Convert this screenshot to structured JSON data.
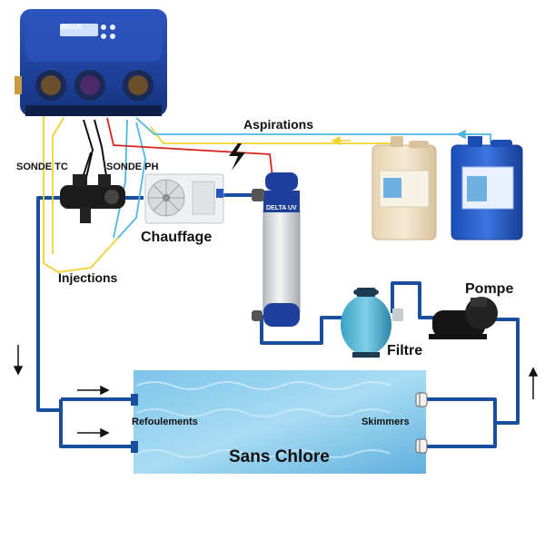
{
  "labels": {
    "aspirations": "Aspirations",
    "sonde_tc": "SONDE TC",
    "sonde_ph": "SONDE PH",
    "chauffage": "Chauffage",
    "injections": "Injections",
    "pompe": "Pompe",
    "filtre": "Filtre",
    "refoulements": "Refoulements",
    "skimmers": "Skimmers",
    "sans_chlore": "Sans Chlore"
  },
  "device": {
    "brand": "BIO-UV",
    "uv_label": "DELTA UV"
  },
  "colors": {
    "pipe": "#1a4fa0",
    "yellow_line": "#f2d230",
    "red_line": "#d8261f",
    "light_blue_line": "#4fb6e3",
    "pool_water": "#9fd4ef",
    "controller_body": "#1e3f9c"
  }
}
